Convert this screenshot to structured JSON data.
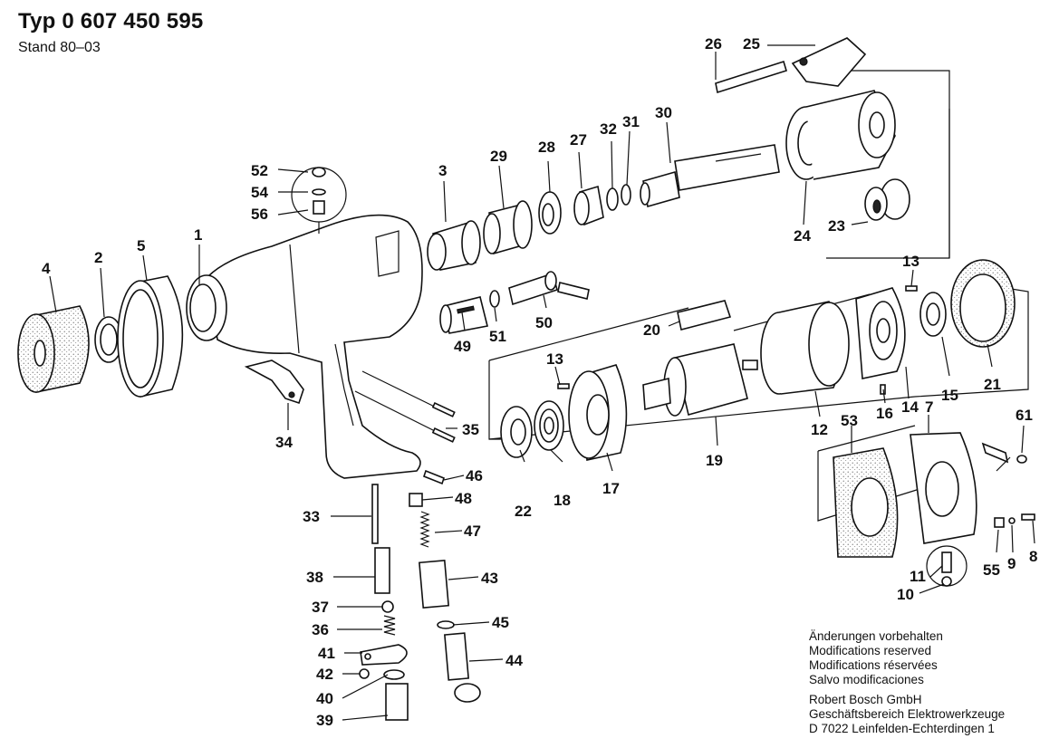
{
  "header": {
    "title": "Typ 0 607 450 595",
    "subtitle": "Stand 80–03"
  },
  "part_numbers": {
    "p1": "1",
    "p2": "2",
    "p3": "3",
    "p4": "4",
    "p5": "5",
    "p7": "7",
    "p8": "8",
    "p9": "9",
    "p10": "10",
    "p11": "11",
    "p12": "12",
    "p13a": "13",
    "p13b": "13",
    "p14": "14",
    "p15": "15",
    "p16": "16",
    "p17": "17",
    "p18": "18",
    "p19": "19",
    "p20": "20",
    "p21": "21",
    "p22": "22",
    "p23": "23",
    "p24": "24",
    "p25": "25",
    "p26": "26",
    "p27": "27",
    "p28": "28",
    "p29": "29",
    "p30": "30",
    "p31": "31",
    "p32": "32",
    "p33": "33",
    "p34": "34",
    "p35": "35",
    "p36": "36",
    "p37": "37",
    "p38": "38",
    "p39": "39",
    "p40": "40",
    "p41": "41",
    "p42": "42",
    "p43": "43",
    "p44": "44",
    "p45": "45",
    "p46": "46",
    "p47": "47",
    "p48": "48",
    "p49": "49",
    "p50": "50",
    "p51": "51",
    "p52": "52",
    "p53": "53",
    "p54": "54",
    "p55": "55",
    "p56": "56",
    "p61": "61"
  },
  "notes": {
    "line1": "Änderungen vorbehalten",
    "line2": "Modifications reserved",
    "line3": "Modifications réservées",
    "line4": "Salvo modificaciones",
    "line5": "Robert Bosch GmbH",
    "line6": "Geschäftsbereich Elektrowerkzeuge",
    "line7": "D 7022 Leinfelden-Echterdingen 1"
  }
}
